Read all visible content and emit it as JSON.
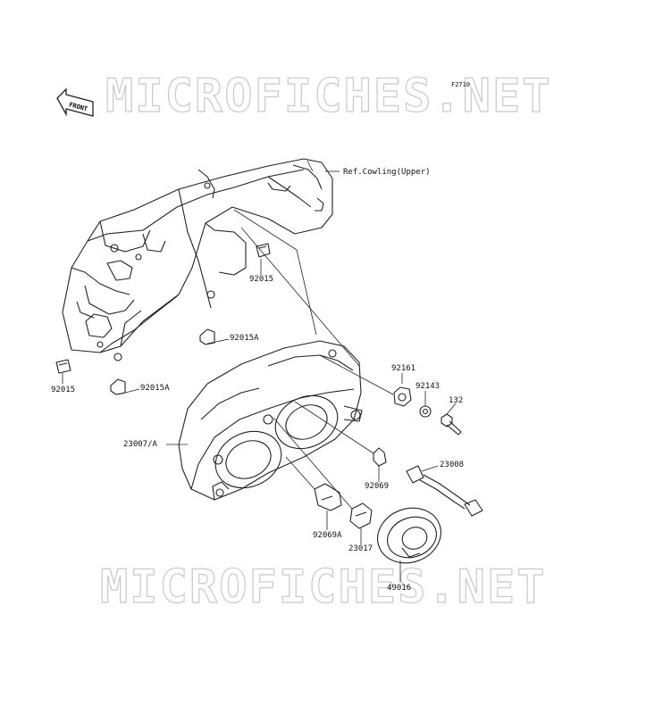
{
  "watermark": "MICROFICHES.NET",
  "figure_code": "F2710",
  "front_label": "FRONT",
  "labels": {
    "ref_cowling": "Ref.Cowling(Upper)",
    "p92015_a": "92015",
    "p92015a_a": "92015A",
    "p92015_b": "92015",
    "p92015a_b": "92015A",
    "p92161": "92161",
    "p92143": "92143",
    "p132": "132",
    "p23007": "23007/A",
    "p23008": "23008",
    "p92069": "92069",
    "p92069a": "92069A",
    "p23017": "23017",
    "p49016": "49016"
  },
  "colors": {
    "line": "#222222",
    "watermark_outline": "#c9c9c9"
  }
}
